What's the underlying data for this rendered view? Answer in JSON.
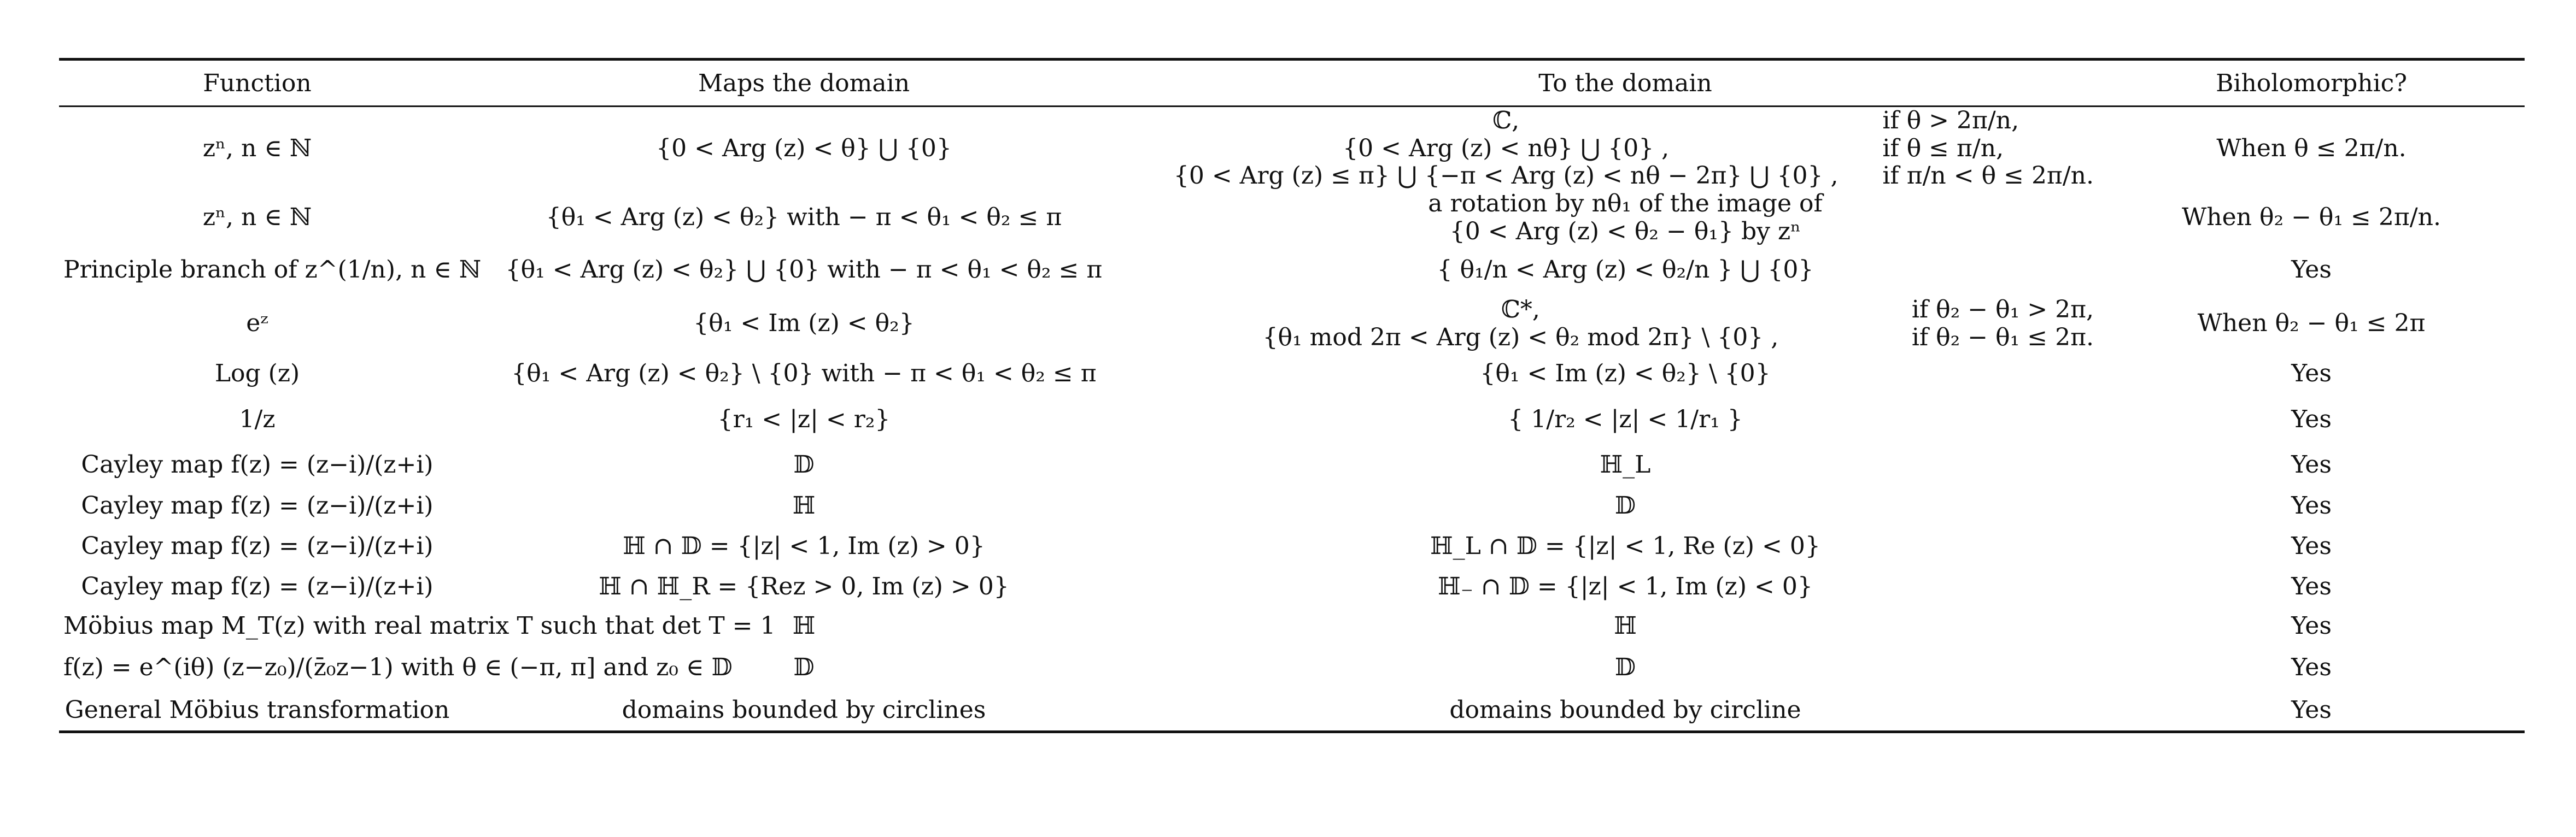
{
  "headers": [
    "Function",
    "Maps the domain",
    "To the domain",
    "Biholomorphic?"
  ],
  "rows": [
    {
      "function": [
        "zⁿ,    n ∈ ℕ"
      ],
      "domain": [
        "{0 < Arg (z) < θ} ⋃ {0}"
      ],
      "image_cases": [
        {
          "value": "ℂ,",
          "cond": "if  θ > 2π/n,"
        },
        {
          "value": "{0 < Arg (z) < nθ} ⋃ {0} ,",
          "cond": "if  θ ≤ π/n,"
        },
        {
          "value": "{0 < Arg (z) ≤ π} ⋃ {−π < Arg (z) < nθ − 2π} ⋃ {0} ,",
          "cond": "if  π/n < θ ≤ 2π/n."
        }
      ],
      "biholomorphic": [
        "When θ ≤ 2π/n."
      ],
      "height": 120
    },
    {
      "function": [
        "zⁿ,    n ∈ ℕ"
      ],
      "domain": [
        "{θ₁ < Arg (z) < θ₂}  with  − π < θ₁ < θ₂ ≤ π"
      ],
      "image": [
        "a rotation by nθ₁ of the image of",
        "{0 < Arg (z) < θ₂ − θ₁}  by zⁿ"
      ],
      "biholomorphic": [
        "When θ₂ − θ₁ ≤ 2π/n."
      ],
      "height": 102
    },
    {
      "function": [
        "Principle branch of z^(1/n), n ∈ ℕ"
      ],
      "domain": [
        "{θ₁ < Arg (z) < θ₂} ⋃ {0}  with  − π < θ₁ < θ₂ ≤ π"
      ],
      "image": [
        "{ θ₁/n < Arg (z) < θ₂/n } ⋃ {0}"
      ],
      "biholomorphic": [
        "Yes"
      ],
      "height": 90
    },
    {
      "function": [
        "eᶻ"
      ],
      "domain": [
        "{θ₁ < Im (z) < θ₂}"
      ],
      "image_cases": [
        {
          "value": "ℂ*,",
          "cond": "if  θ₂ − θ₁ > 2π,"
        },
        {
          "value": "{θ₁ mod 2π < Arg (z) < θ₂ mod 2π} \\ {0} ,",
          "cond": "if  θ₂ − θ₁ ≤ 2π."
        }
      ],
      "biholomorphic": [
        "When θ₂ − θ₁ ≤ 2π"
      ],
      "height": 106
    },
    {
      "function": [
        "Log (z)"
      ],
      "domain": [
        "{θ₁ < Arg (z) < θ₂} \\ {0}  with  − π < θ₁ < θ₂ ≤ π"
      ],
      "image": [
        "{θ₁ < Im (z) < θ₂} \\ {0}"
      ],
      "biholomorphic": [
        "Yes"
      ],
      "height": 78
    },
    {
      "function": [
        "1/z"
      ],
      "domain": [
        "{r₁ < |z| < r₂}"
      ],
      "image": [
        "{ 1/r₂ < |z| < 1/r₁ }"
      ],
      "biholomorphic": [
        "Yes"
      ],
      "height": 90
    },
    {
      "function": [
        "Cayley map f(z) = (z−i)/(z+i)"
      ],
      "domain": [
        "𝔻"
      ],
      "image": [
        "ℍ_L"
      ],
      "biholomorphic": [
        "Yes"
      ],
      "height": 76
    },
    {
      "function": [
        "Cayley map f(z) = (z−i)/(z+i)"
      ],
      "domain": [
        "ℍ"
      ],
      "image": [
        "𝔻"
      ],
      "biholomorphic": [
        "Yes"
      ],
      "height": 74
    },
    {
      "function": [
        "Cayley map f(z) = (z−i)/(z+i)"
      ],
      "domain": [
        "ℍ ∩ 𝔻 = {|z| < 1,  Im (z) > 0}"
      ],
      "image": [
        "ℍ_L ∩ 𝔻 = {|z| < 1,  Re (z) < 0}"
      ],
      "biholomorphic": [
        "Yes"
      ],
      "height": 74
    },
    {
      "function": [
        "Cayley map f(z) = (z−i)/(z+i)"
      ],
      "domain": [
        "ℍ ∩ ℍ_R = {Rez > 0,  Im (z) > 0}"
      ],
      "image": [
        "ℍ₋ ∩ 𝔻 = {|z| < 1,  Im (z) < 0}"
      ],
      "biholomorphic": [
        "Yes"
      ],
      "height": 74
    },
    {
      "function": [
        "Möbius map M_T(z) with real matrix T such that det T = 1"
      ],
      "domain": [
        "ℍ"
      ],
      "image": [
        "ℍ"
      ],
      "biholomorphic": [
        "Yes"
      ],
      "height": 70
    },
    {
      "function": [
        "f(z) = e^(iθ) (z−z₀)/(z̄₀z−1) with θ ∈ (−π, π] and z₀ ∈ 𝔻"
      ],
      "domain": [
        "𝔻"
      ],
      "image": [
        "𝔻"
      ],
      "biholomorphic": [
        "Yes"
      ],
      "height": 82
    },
    {
      "function": [
        "General Möbius transformation"
      ],
      "domain": [
        "domains bounded by circlines"
      ],
      "image": [
        "domains bounded by circline"
      ],
      "biholomorphic": [
        "Yes"
      ],
      "height": 76
    }
  ]
}
